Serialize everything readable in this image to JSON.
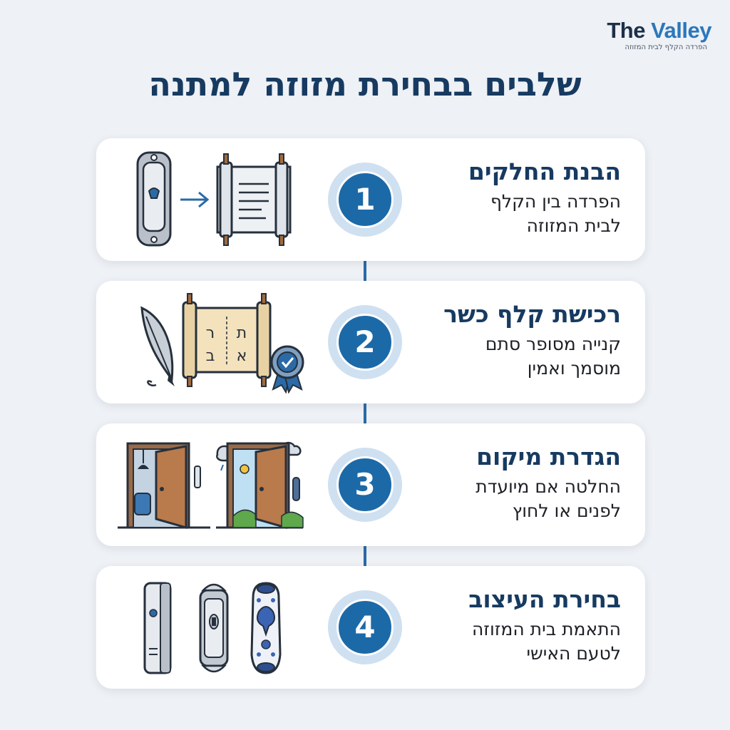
{
  "brand": {
    "name_part1": "The ",
    "name_part2": "Valley",
    "tagline": "הפרדה הקלף לבית המזוזה",
    "accent_color": "#2b77bd"
  },
  "title": "שלבים בבחירת מזוזה למתנה",
  "steps": [
    {
      "number": "1",
      "title": "הבנת החלקים",
      "desc_line1": "הפרדה בין הקלף",
      "desc_line2": "לבית המזוזה",
      "icons": [
        "mezuzah-case-icon",
        "arrow-right-icon",
        "scroll-icon"
      ]
    },
    {
      "number": "2",
      "title": "רכישת קלף כשר",
      "desc_line1": "קנייה מסופר סתם",
      "desc_line2": "מוסמך ואמין",
      "icons": [
        "quill-icon",
        "hebrew-scroll-icon",
        "certified-badge-icon"
      ],
      "scroll_letters": [
        "ר",
        "ת",
        "ב",
        "א"
      ]
    },
    {
      "number": "3",
      "title": "הגדרת מיקום",
      "desc_line1": "החלטה אם מיועדת",
      "desc_line2": "לפנים או לחוץ",
      "icons": [
        "indoor-door-icon",
        "outdoor-door-icon"
      ]
    },
    {
      "number": "4",
      "title": "בחירת העיצוב",
      "desc_line1": "התאמת בית המזוזה",
      "desc_line2": "לטעם האישי",
      "icons": [
        "modern-mezuzah-icon",
        "metal-mezuzah-icon",
        "decorated-mezuzah-icon"
      ]
    }
  ],
  "colors": {
    "background": "#eef1f5",
    "title": "#173a61",
    "step_circle": "#1c69a8",
    "timeline": "#2b6aa6"
  }
}
